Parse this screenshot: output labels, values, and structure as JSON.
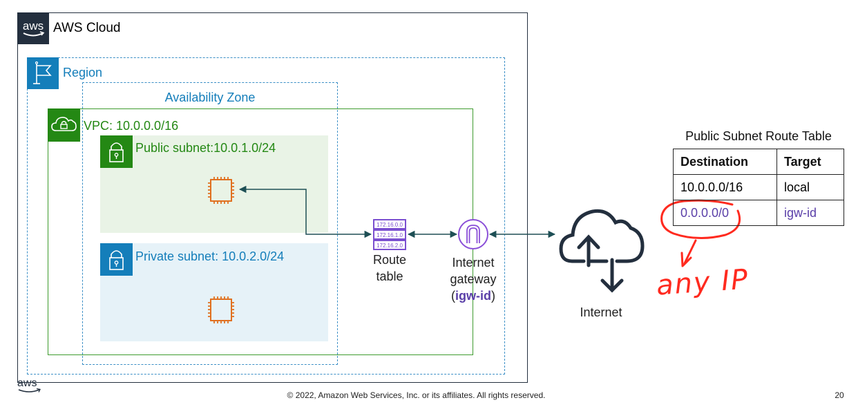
{
  "groups": {
    "aws_cloud": {
      "label": "AWS Cloud",
      "icon": "aws-logo-icon"
    },
    "region": {
      "label": "Region",
      "icon": "flag-icon"
    },
    "availability_zone": {
      "label": "Availability Zone"
    },
    "vpc": {
      "label": "VPC: 10.0.0.0/16",
      "icon": "cloud-lock-icon"
    },
    "public_subnet": {
      "label": "Public subnet:10.0.1.0/24",
      "icon": "lock-icon"
    },
    "private_subnet": {
      "label": "Private subnet: 10.0.2.0/24",
      "icon": "lock-icon"
    }
  },
  "nodes": {
    "ec2_public": {
      "icon": "ec2-instance-icon"
    },
    "ec2_private": {
      "icon": "ec2-instance-icon"
    },
    "route_table": {
      "label_line1": "Route",
      "label_line2": "table",
      "icon_entries": [
        "172.16.0.0",
        "172.16.1.0",
        "172.16.2.0"
      ]
    },
    "internet_gateway": {
      "label_line1": "Internet",
      "label_line2": "gateway",
      "label_open": "(",
      "label_id": "igw-id",
      "label_close": ")"
    },
    "internet": {
      "label": "Internet",
      "icon": "internet-cloud-icon"
    }
  },
  "route_table": {
    "title": "Public Subnet Route Table",
    "columns": [
      "Destination",
      "Target"
    ],
    "rows": [
      {
        "destination": "10.0.0.0/16",
        "target": "local"
      },
      {
        "destination": "0.0.0.0/0",
        "target": "igw-id"
      }
    ]
  },
  "annotation": {
    "text": "any IP",
    "color": "#FF2A1F"
  },
  "colors": {
    "aws_dark": "#232F3E",
    "region_blue": "#147EBA",
    "vpc_green": "#248814",
    "public_fill": "#E9F3E6",
    "private_fill": "#E6F2F8",
    "ec2_orange": "#E07020",
    "route_purple": "#7B4FD0",
    "arrow_teal": "#1E4F55"
  },
  "footer": {
    "copyright": "© 2022, Amazon Web Services, Inc. or its affiliates. All rights reserved.",
    "page_number": "20",
    "logo_text": "aws"
  }
}
